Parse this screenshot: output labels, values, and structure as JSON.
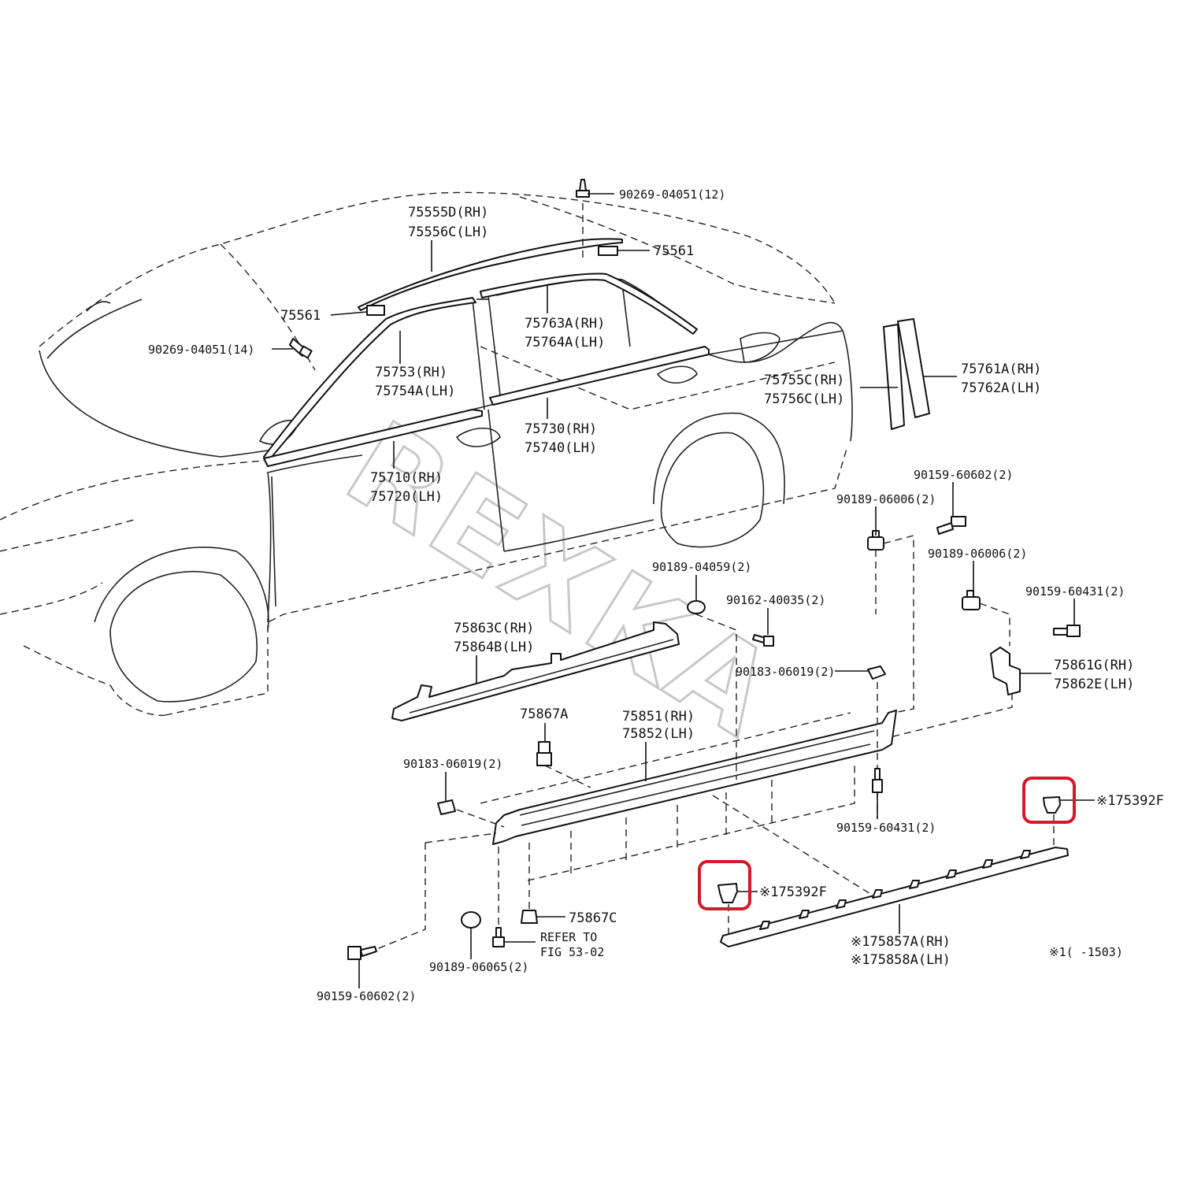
{
  "watermark": "REXKA",
  "highlight_color": "#d11a2a",
  "labels": {
    "clip_roof_top": "90269-04051(12)",
    "roof_mold_rh": "75555D(RH)",
    "roof_mold_lh": "75556C(LH)",
    "roof_clip_rear": "75561",
    "roof_clip_front": "75561",
    "clip_roof_front": "90269-04051(14)",
    "rear_door_frame_rh": "75763A(RH)",
    "rear_door_frame_lh": "75764A(LH)",
    "front_door_frame_rh": "75753(RH)",
    "front_door_frame_lh": "75754A(LH)",
    "rear_belt_rh": "75730(RH)",
    "rear_belt_lh": "75740(LH)",
    "front_belt_rh": "75710(RH)",
    "front_belt_lh": "75720(LH)",
    "rear_pillar_rh": "75755C(RH)",
    "rear_pillar_lh": "75756C(LH)",
    "rear_garnish_rh": "75761A(RH)",
    "rear_garnish_lh": "75762A(LH)",
    "bolt_a": "90159-60602(2)",
    "nut_a": "90189-06006(2)",
    "nut_b": "90189-06006(2)",
    "bolt_b": "90159-60431(2)",
    "grommet_a": "90189-04059(2)",
    "screw_a": "90162-40035(2)",
    "rocker_upper_rh": "75863C(RH)",
    "rocker_upper_lh": "75864B(LH)",
    "bracket_rh": "75861G(RH)",
    "bracket_lh": "75862E(LH)",
    "nut_c": "90183-06019(2)",
    "clip_a": "75867A",
    "rocker_mold_rh": "75851(RH)",
    "rocker_mold_lh": "75852(LH)",
    "nut_d": "90183-06019(2)",
    "bolt_c": "90159-60431(2)",
    "clip_f_right": "※175392F",
    "clip_f_left": "※175392F",
    "clip_c": "75867C",
    "refer_1": "REFER TO",
    "refer_2": "FIG 53-02",
    "grommet_b": "90189-06065(2)",
    "bolt_d": "90159-60602(2)",
    "lower_mold_rh": "※175857A(RH)",
    "lower_mold_lh": "※175858A(LH)",
    "footnote": "※1(    -1503)"
  }
}
